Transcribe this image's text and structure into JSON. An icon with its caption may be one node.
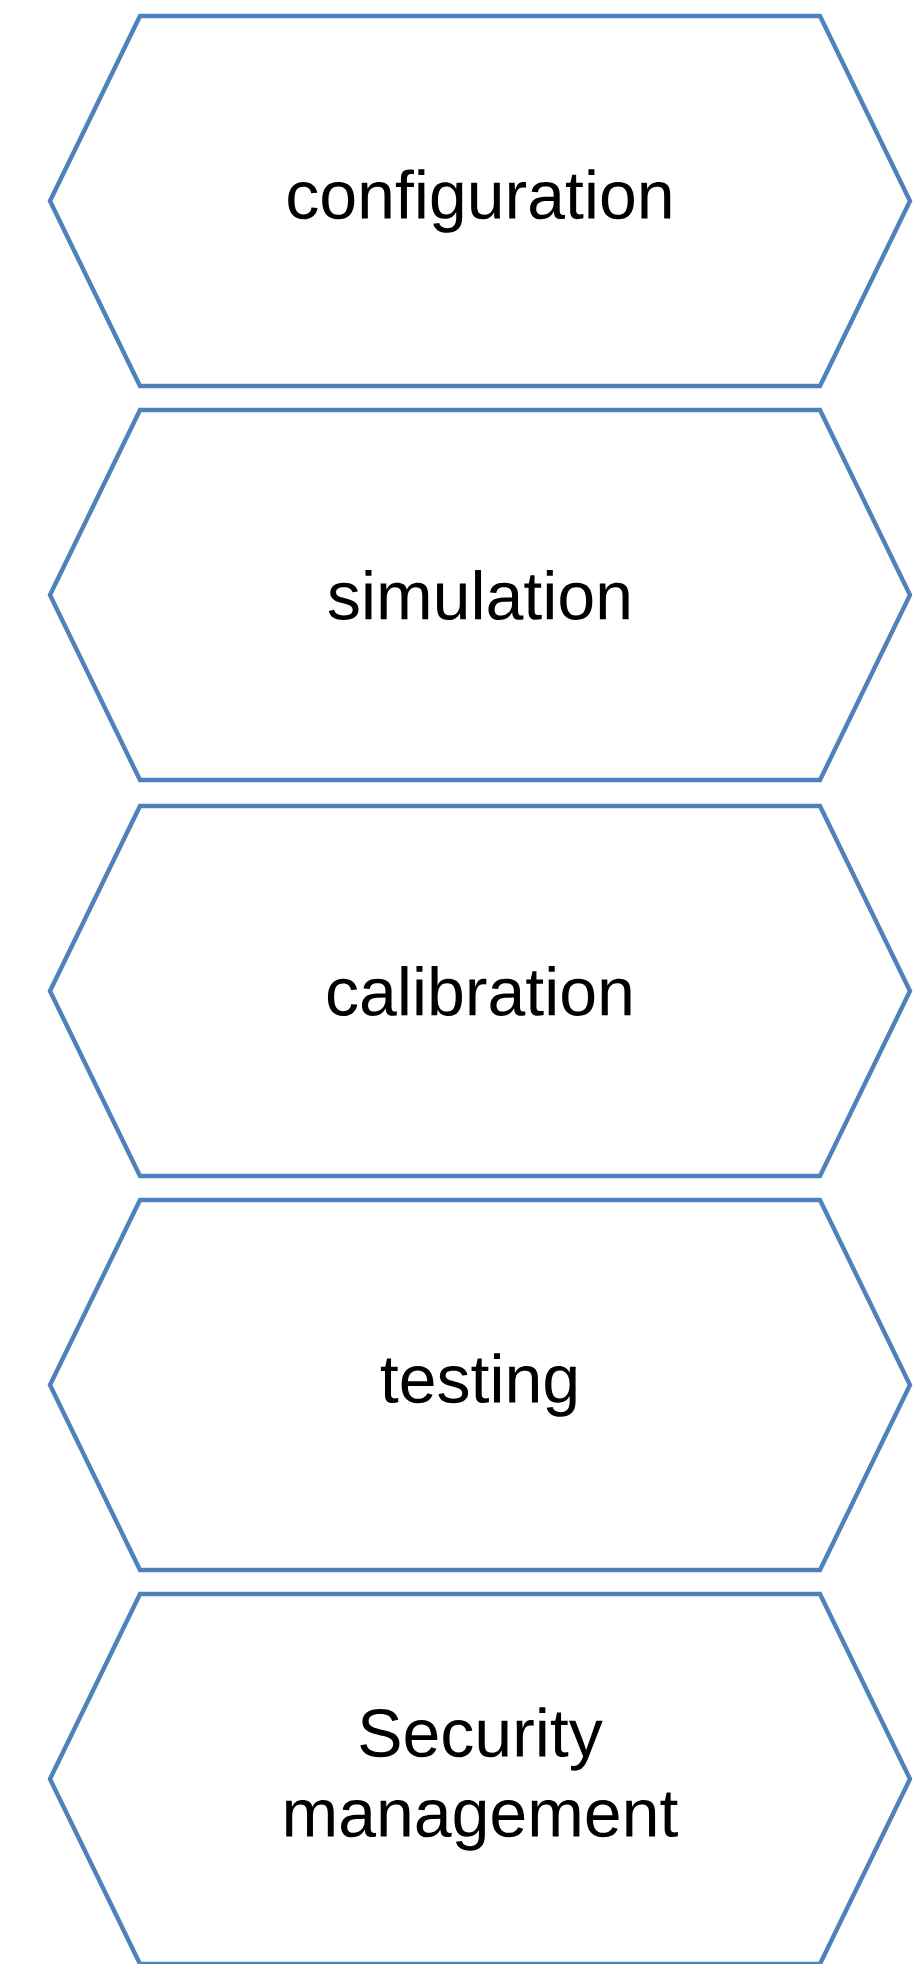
{
  "diagram": {
    "nodes": [
      {
        "text": [
          "configuration"
        ]
      },
      {
        "text": [
          "simulation"
        ]
      },
      {
        "text": [
          "calibration"
        ]
      },
      {
        "text": [
          "testing"
        ]
      },
      {
        "text": [
          "Security management"
        ]
      }
    ]
  }
}
